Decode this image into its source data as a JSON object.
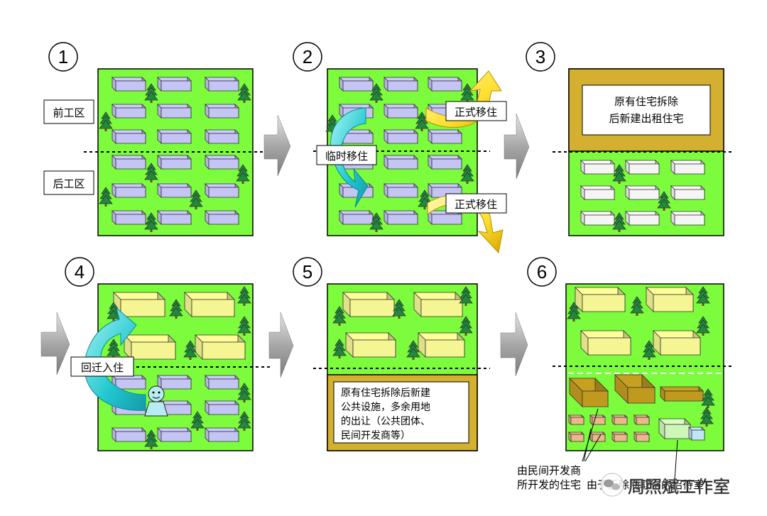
{
  "steps": [
    {
      "number": "1"
    },
    {
      "number": "2"
    },
    {
      "number": "3"
    },
    {
      "number": "4"
    },
    {
      "number": "5"
    },
    {
      "number": "6"
    }
  ],
  "labels": {
    "front_zone": "前工区",
    "back_zone": "后工区",
    "temporary_move": "临时移住",
    "formal_move_top": "正式移住",
    "formal_move_bottom": "正式移住",
    "rebuild_line1": "原有住宅拆除",
    "rebuild_line2": "后新建出租住宅",
    "move_back": "回迁入住",
    "public_line1": "原有住宅拆除后新建",
    "public_line2": "公共设施，多余用地",
    "public_line3": "的出让（公共团体、",
    "public_line4": "民间开发商等）",
    "developer_line1": "由民间开发商",
    "developer_line2": "所开发的住宅",
    "watermark": "周照斌工作室",
    "watermark_partial": "由于拆除而取得的招待室"
  },
  "colors": {
    "lawn": "#7CFC3C",
    "old_house": "#CCCCFF",
    "new_rental": "#FFFFFF",
    "new_apartment": "#FFFF99",
    "vacant_lot": "#D4B030",
    "tree": "#1F8A3A",
    "arrow_gray": "#B0B0B0",
    "cyan_arrow": "#33CCCC",
    "yellow_arrow": "#FFE033"
  }
}
